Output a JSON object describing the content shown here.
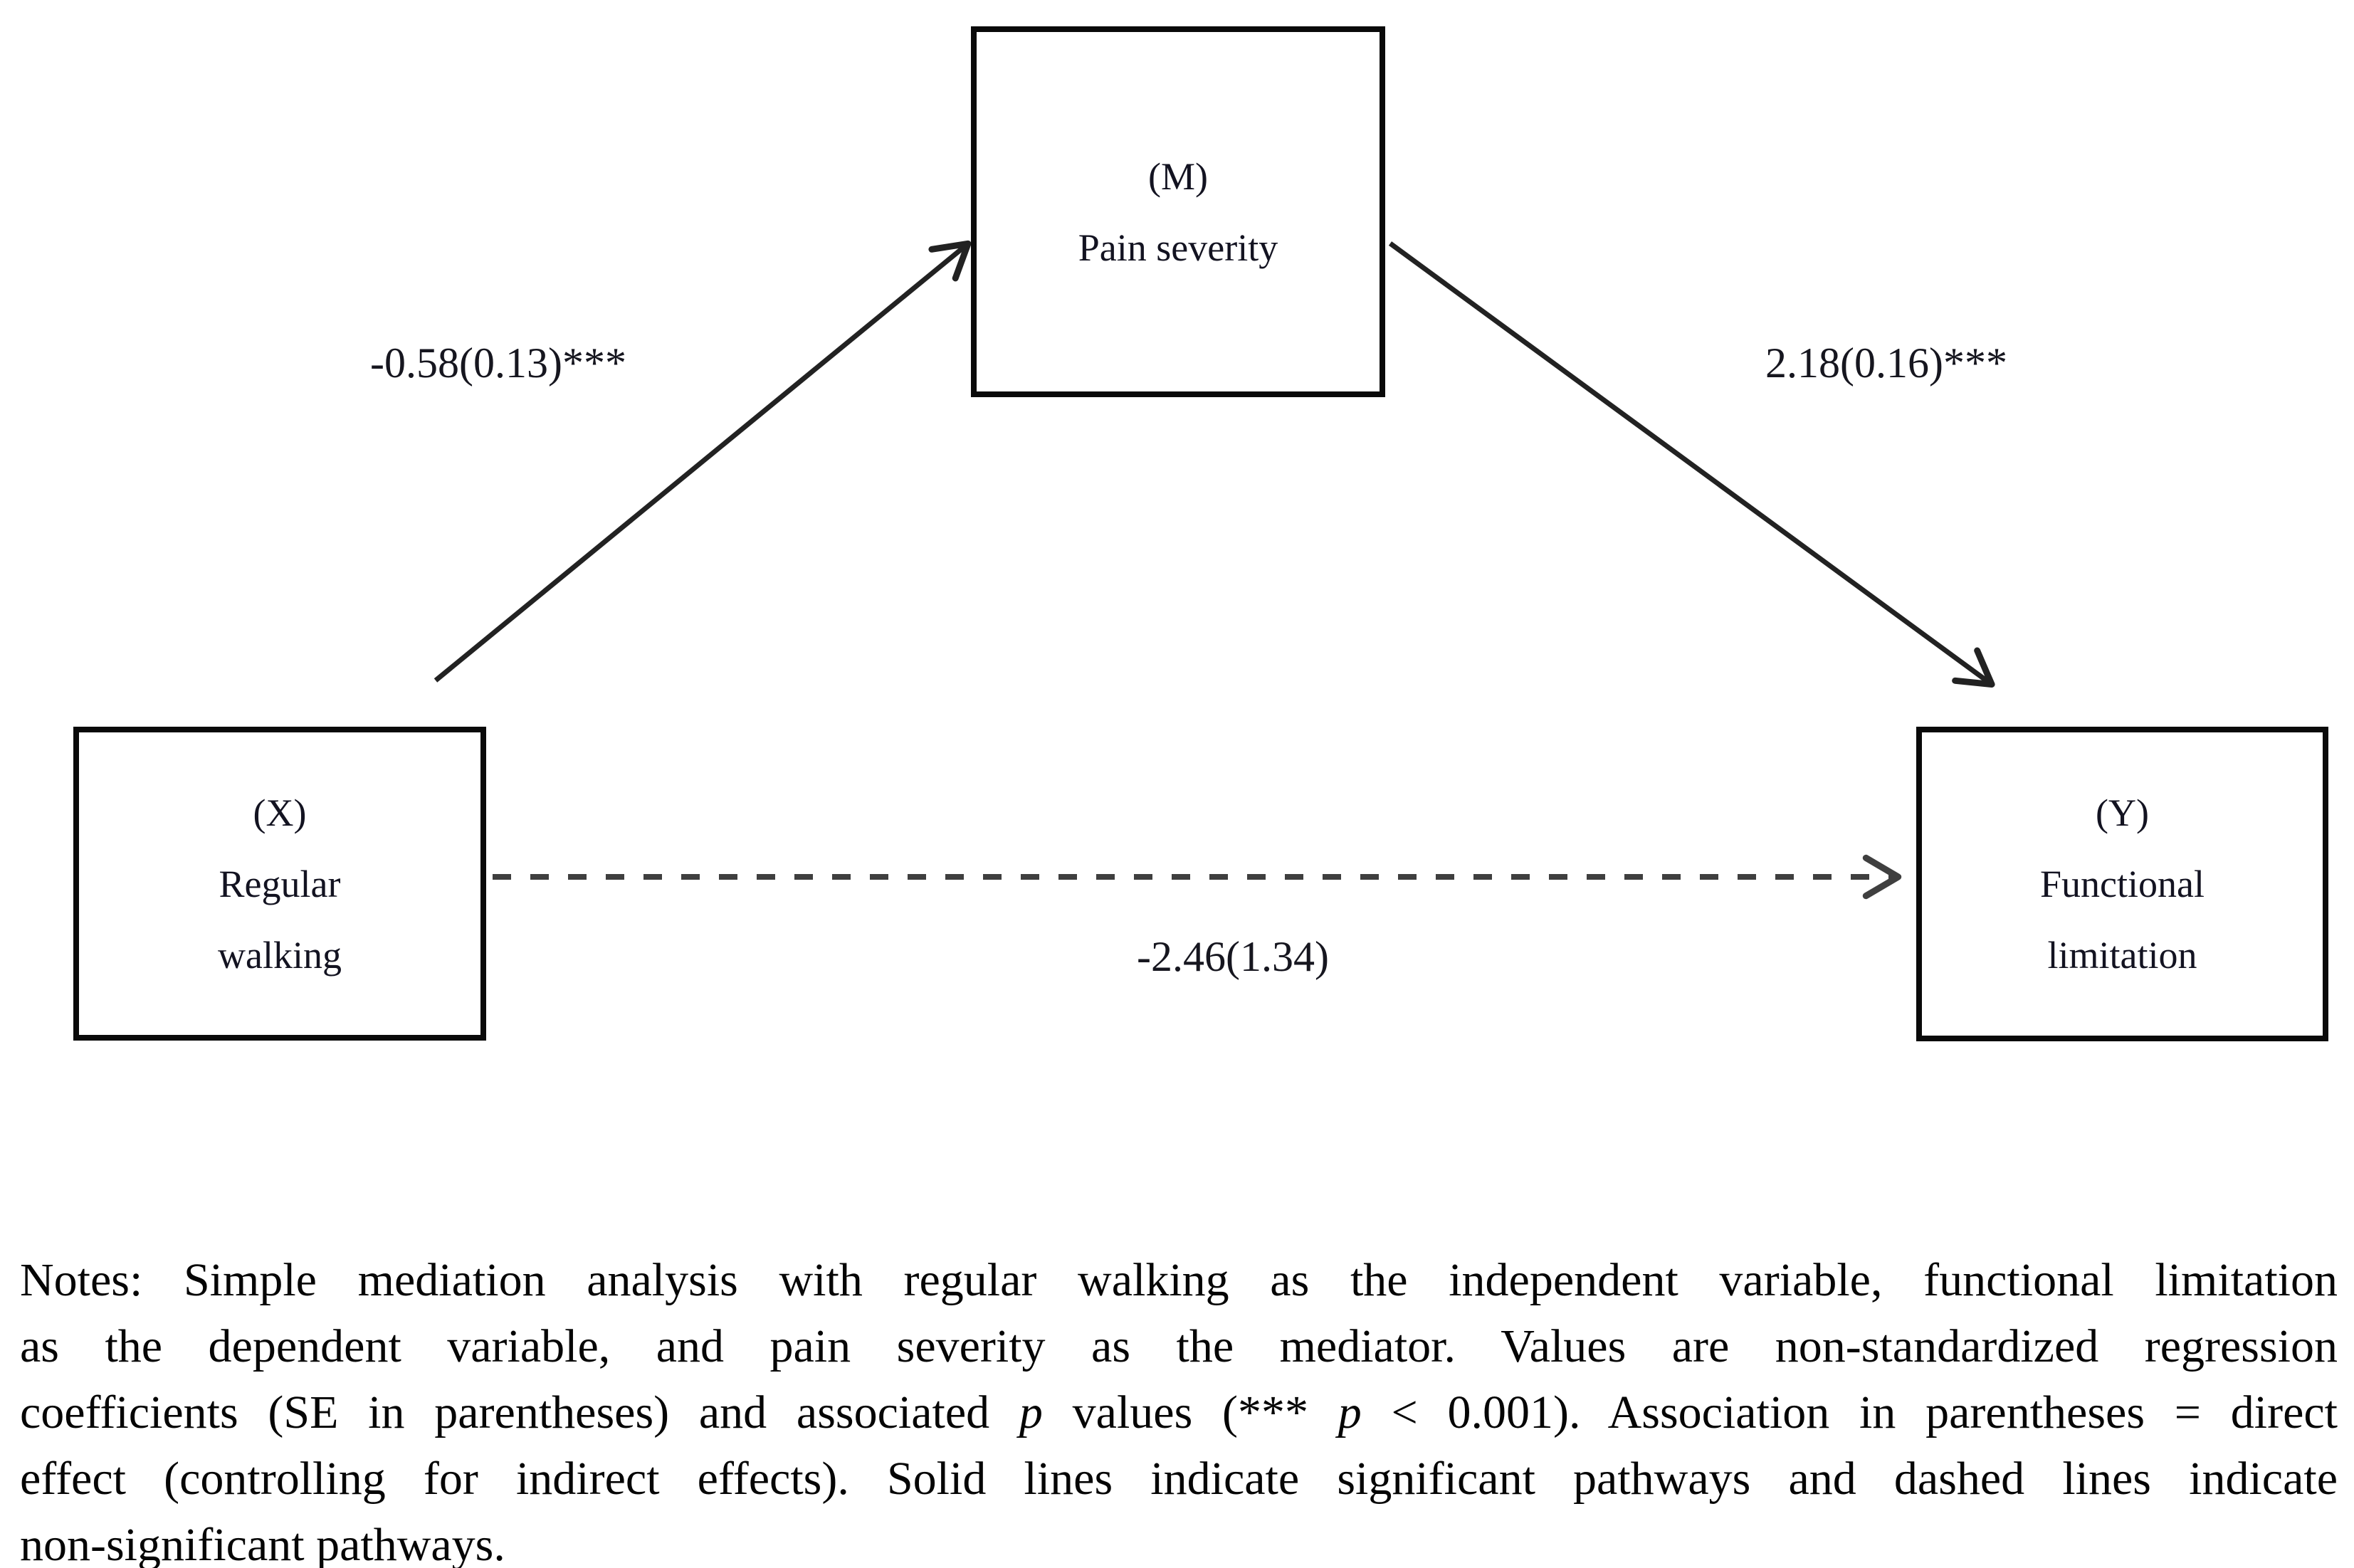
{
  "figure_type": "simple-mediation-path-diagram",
  "nodes": {
    "mediator": {
      "id_label": "(M)",
      "name": "Pain severity"
    },
    "independent": {
      "id_label": "(X)",
      "name_line1": "Regular",
      "name_line2": "walking"
    },
    "dependent": {
      "id_label": "(Y)",
      "name_line1": "Functional",
      "name_line2": "limitation"
    }
  },
  "edges": {
    "a_path": {
      "from": "(X) Regular walking",
      "to": "(M) Pain severity",
      "label": "-0.58(0.13)***",
      "style": "solid"
    },
    "b_path": {
      "from": "(M) Pain severity",
      "to": "(Y) Functional limitation",
      "label": "2.18(0.16)***",
      "style": "solid"
    },
    "c_path": {
      "from": "(X) Regular walking",
      "to": "(Y) Functional limitation",
      "label": "-2.46(1.34)",
      "style": "dashed"
    }
  },
  "notes": {
    "line1": "Notes: Simple mediation analysis with regular walking as the independent variable, functional limitation",
    "line2": "as the dependent variable, and pain severity as the mediator. Values are non-standardized regression",
    "line3_seg1": "coefficients (SE in parentheses) and associated ",
    "line3_p1": "p",
    "line3_seg2": " values (*** ",
    "line3_p2": "p",
    "line3_seg3": " < 0.001). Association in parentheses = direct",
    "line4": "effect (controlling for indirect effects). Solid lines indicate significant pathways and dashed lines indicate",
    "line5": "non-significant pathways."
  },
  "colors": {
    "background": "#ffffff",
    "box_border": "#0a0a0a",
    "solid_line": "#222222",
    "dashed_line": "#3f3f3f",
    "text": "#0b0b0b"
  }
}
